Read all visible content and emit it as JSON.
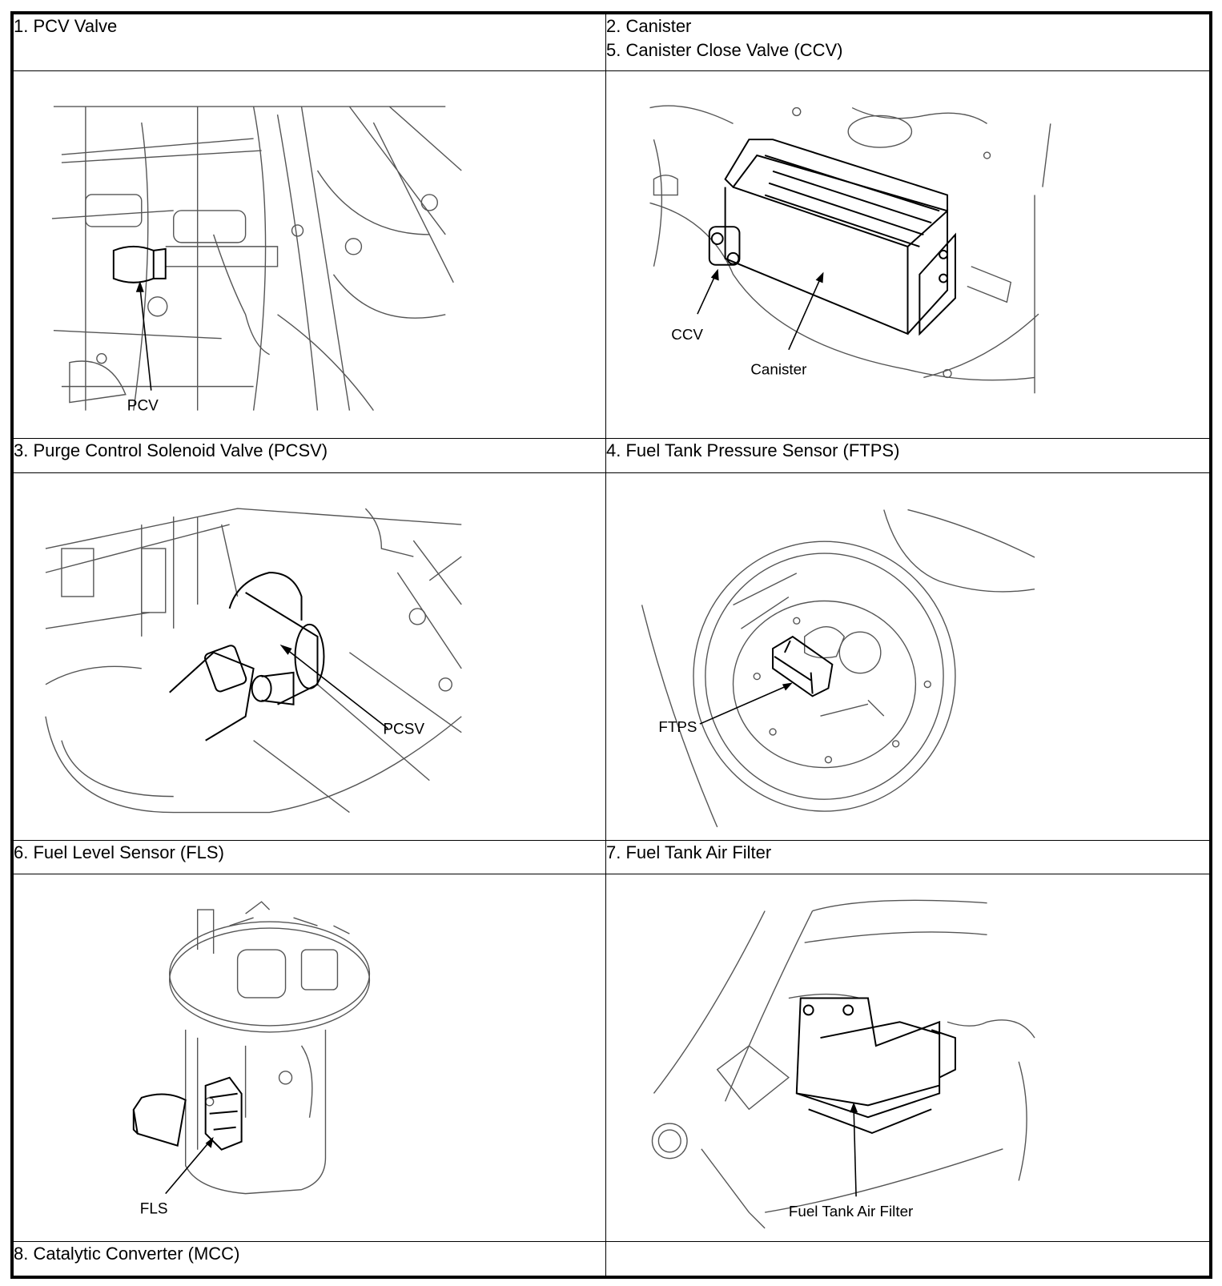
{
  "rows": [
    {
      "left_header": [
        "1. PCV Valve"
      ],
      "right_header": [
        "2. Canister",
        "5. Canister Close Valve (CCV)"
      ],
      "left_figure_labels": [
        "PCV"
      ],
      "right_figure_labels": [
        "CCV",
        "Canister"
      ]
    },
    {
      "left_header": [
        "3. Purge Control Solenoid Valve (PCSV)"
      ],
      "right_header": [
        "4. Fuel Tank Pressure Sensor (FTPS)"
      ],
      "left_figure_labels": [
        "PCSV"
      ],
      "right_figure_labels": [
        "FTPS"
      ]
    },
    {
      "left_header": [
        "6. Fuel Level Sensor (FLS)"
      ],
      "right_header": [
        "7. Fuel Tank Air Filter"
      ],
      "left_figure_labels": [
        "FLS"
      ],
      "right_figure_labels": [
        "Fuel Tank Air Filter"
      ]
    },
    {
      "left_header": [
        "8. Catalytic Converter (MCC)"
      ],
      "right_header": []
    }
  ]
}
